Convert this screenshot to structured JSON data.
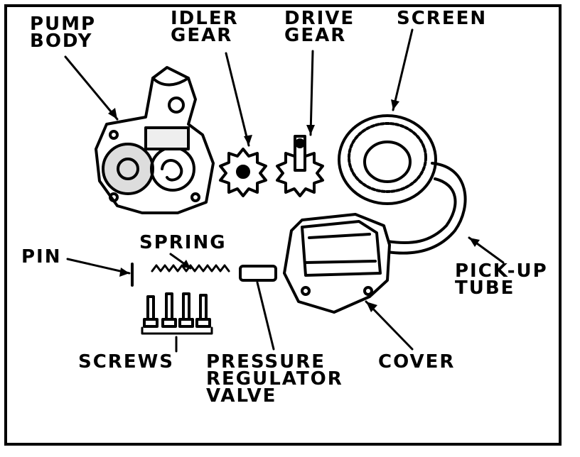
{
  "labels": {
    "pump_body": [
      "PUMP",
      "BODY"
    ],
    "idler_gear": [
      "IDLER",
      "GEAR"
    ],
    "drive_gear": [
      "DRIVE",
      "GEAR"
    ],
    "screen": "SCREEN",
    "pin": "PIN",
    "spring": "SPRING",
    "pickup_tube": [
      "PICK-UP",
      "TUBE"
    ],
    "screws": "SCREWS",
    "pressure_regulator_valve": [
      "PRESSURE",
      "REGULATOR",
      "VALVE"
    ],
    "cover": "COVER"
  },
  "colors": {
    "ink": "#000000",
    "paper": "#ffffff",
    "shade": "#d9d9d9"
  }
}
